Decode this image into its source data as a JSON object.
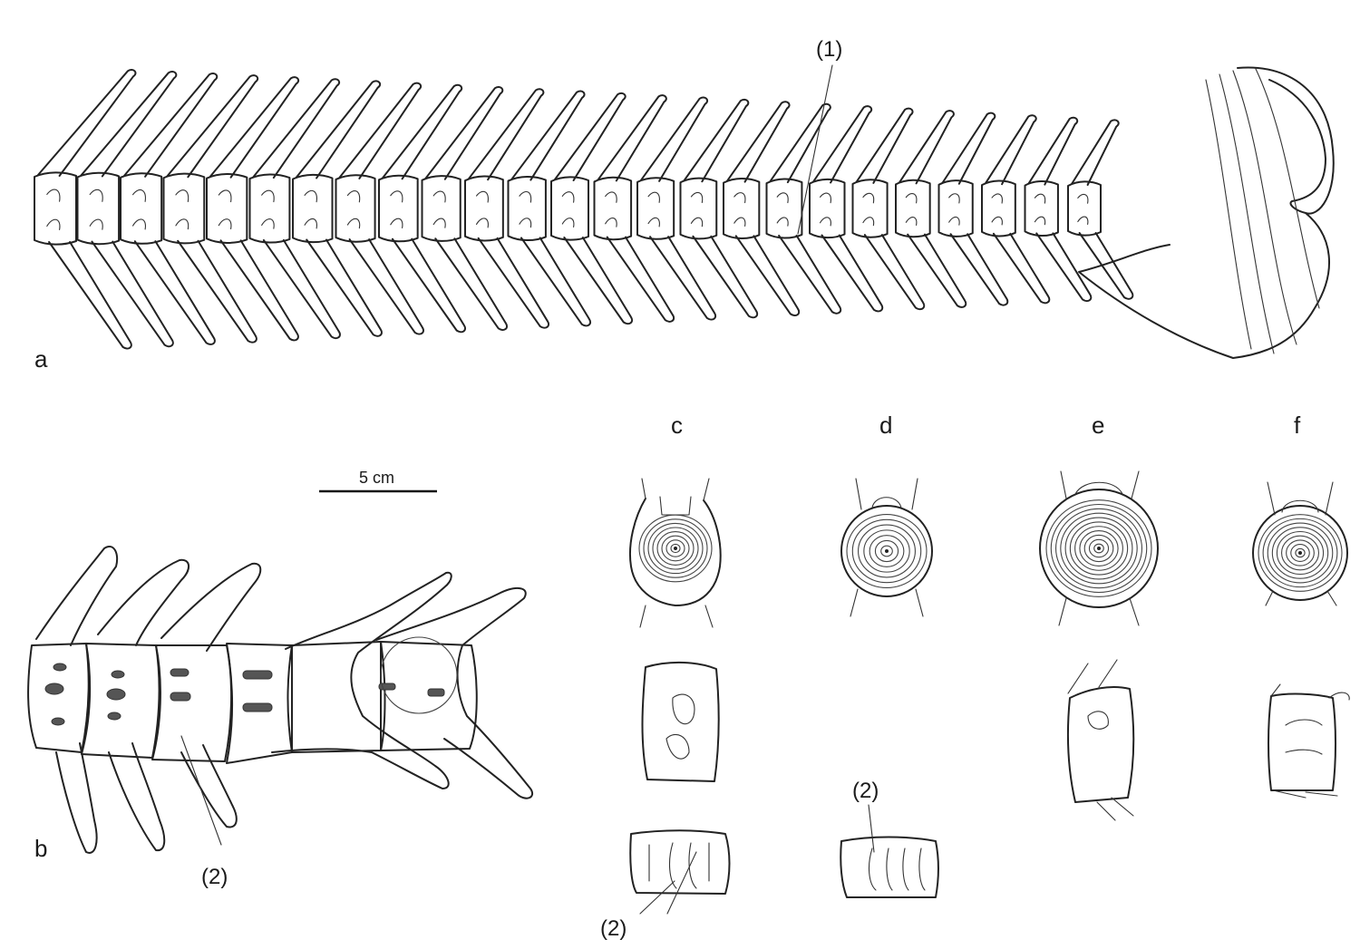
{
  "figure": {
    "panels": {
      "a": {
        "label": "a"
      },
      "b": {
        "label": "b"
      },
      "c": {
        "label": "c"
      },
      "d": {
        "label": "d"
      },
      "e": {
        "label": "e"
      },
      "f": {
        "label": "f"
      }
    },
    "annotations": {
      "ann_1": "(1)",
      "ann_2": "(2)"
    },
    "scale_bar": {
      "label": "5 cm"
    }
  }
}
